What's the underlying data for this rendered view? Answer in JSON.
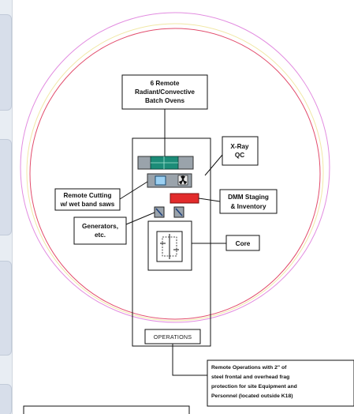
{
  "labels": {
    "ovens": [
      "6 Remote",
      "Radiant/Convective",
      "Batch Ovens"
    ],
    "xray": [
      "X-Ray",
      "QC"
    ],
    "cutting": [
      "Remote Cutting",
      "w/ wet band saws"
    ],
    "dmm": [
      "DMM Staging",
      "& Inventory"
    ],
    "generators": [
      "Generators,",
      "etc."
    ],
    "core": "Core",
    "operations": "OPERATIONS",
    "remote_ops": [
      "Remote Operations with  2\" of",
      "steel frontal and overhead frag",
      "protection for site Equipment and",
      "Personnel (located outside K18)"
    ]
  },
  "icons": [
    "radiation-icon",
    "saw-blade-icon"
  ],
  "colors": {
    "outer_circle": "#e28ce0",
    "yellow_circle": "#f1e8a6",
    "red_circle": "#e24c6c",
    "oven_fill": "#1c8c78",
    "xray_fill": "#9bd0f2",
    "dmm_fill": "#e22b2b"
  }
}
